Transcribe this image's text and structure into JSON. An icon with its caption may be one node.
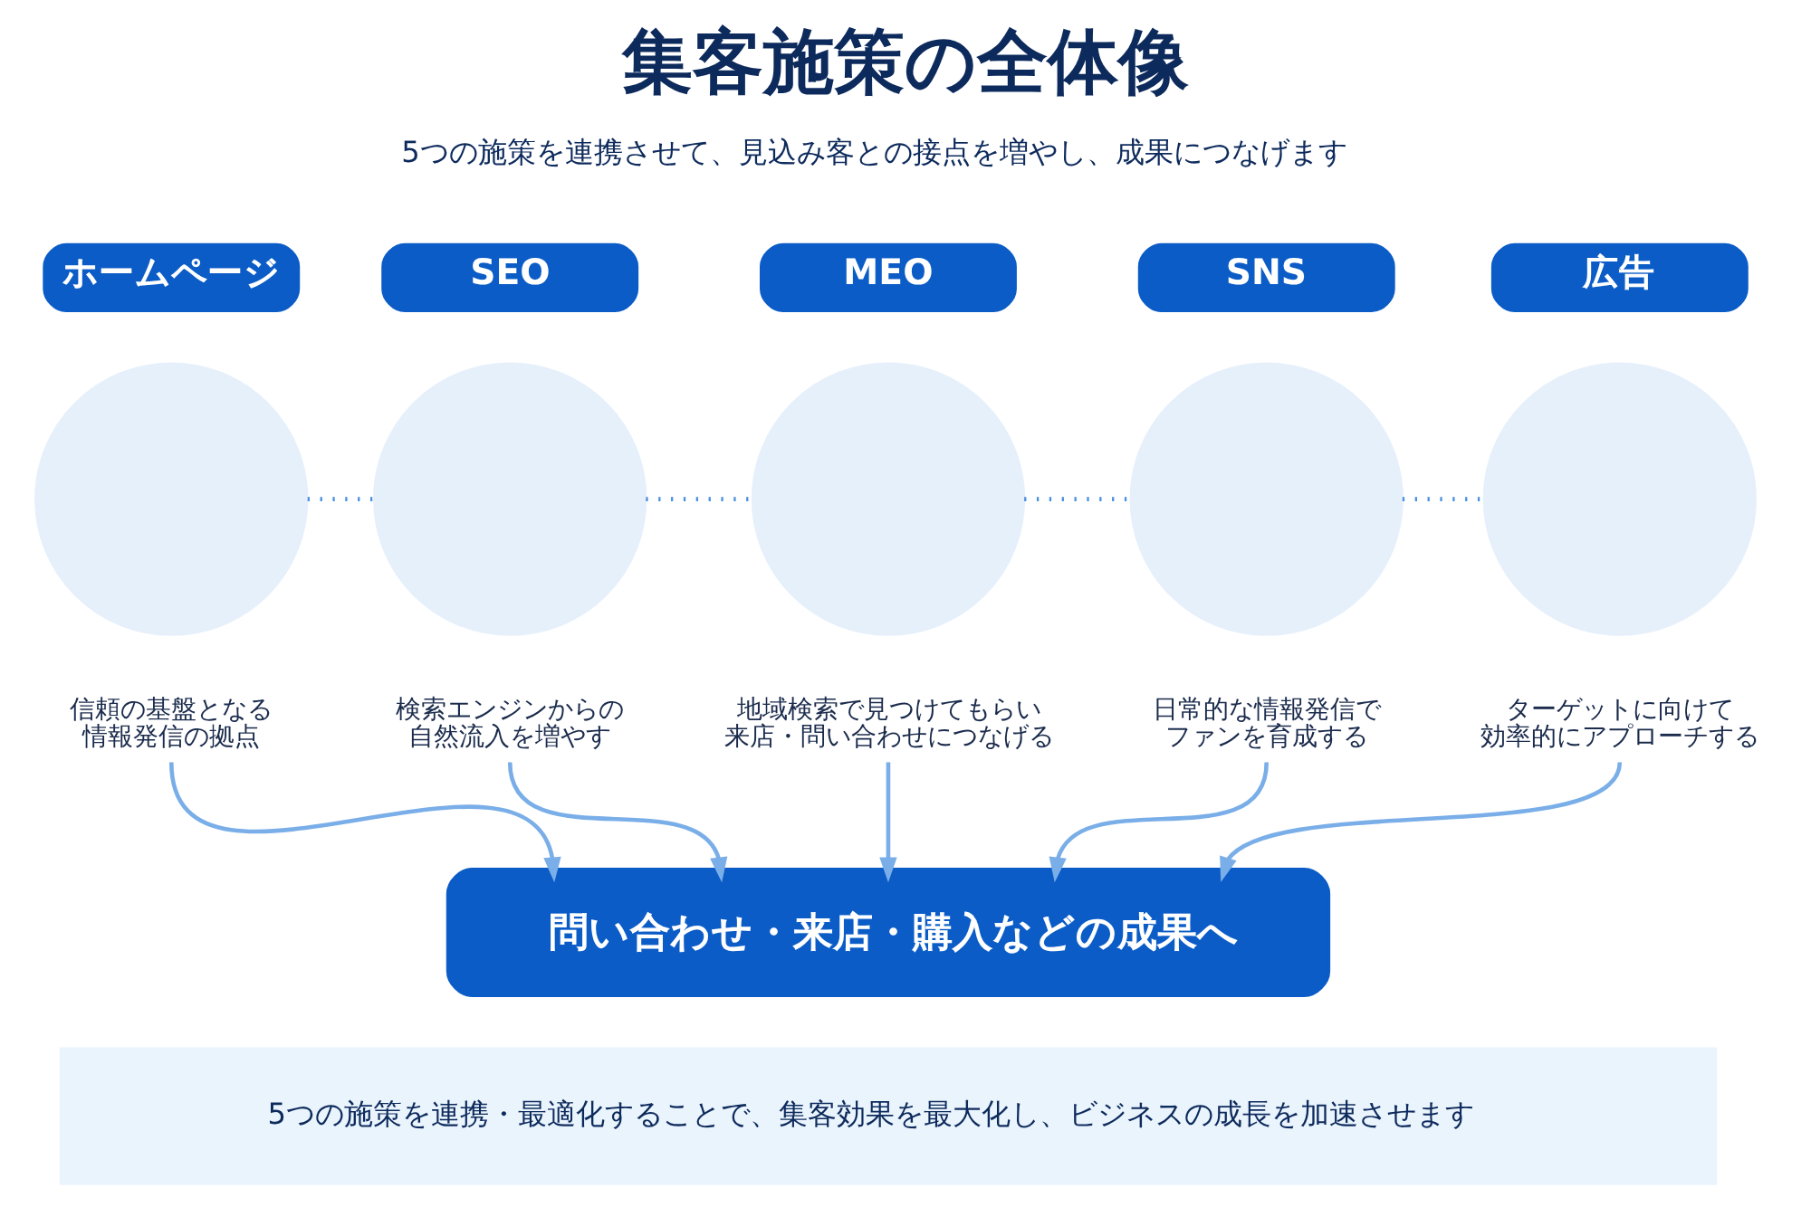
{
  "diagram": {
    "title": "集客施策の全体像",
    "nodes": [
      {
        "text": [
          "ホームページ"
        ]
      },
      {
        "text": [],
        "shape": "circle"
      },
      {
        "text": [
          "信頼の基盤となる情報発信の拠点"
        ]
      },
      {
        "text": [
          "SEO"
        ]
      },
      {
        "text": [],
        "shape": "circle"
      },
      {
        "text": [
          "検索エンジンからの自然流入を増やす"
        ]
      },
      {
        "text": [
          "MEO"
        ]
      },
      {
        "text": [],
        "shape": "circle"
      },
      {
        "text": [
          "地域検索で見つけてもらい来店・問い合わせにつなげる"
        ]
      },
      {
        "text": [
          "SNS"
        ]
      },
      {
        "text": [],
        "shape": "circle"
      },
      {
        "text": [
          "日常的な情報発信でファンを育成する"
        ]
      },
      {
        "text": [
          "広告"
        ]
      },
      {
        "text": [],
        "shape": "circle"
      },
      {
        "text": [
          "ターゲットに向けて効率的にアプローチする"
        ]
      },
      {
        "text": [
          "問い合わせ・来店・購入などの成果へ"
        ]
      },
      {
        "text": [
          "5つの施策を連携・最適化することで、集客効果を最大化し、ビジネスの成長を加速させます"
        ]
      }
    ],
    "edges": [
      {
        "from": 1,
        "to": 4,
        "arrow": "none",
        "style": "dashed"
      },
      {
        "from": 4,
        "to": 7,
        "arrow": "none",
        "style": "dashed"
      },
      {
        "from": 7,
        "to": 10,
        "arrow": "none",
        "style": "dashed"
      },
      {
        "from": 10,
        "to": 13,
        "arrow": "none",
        "style": "dashed"
      },
      {
        "from": 2,
        "to": 15,
        "arrow": "to"
      },
      {
        "from": 5,
        "to": 15,
        "arrow": "to"
      },
      {
        "from": 8,
        "to": 15,
        "arrow": "to"
      },
      {
        "from": 11,
        "to": 15,
        "arrow": "to"
      },
      {
        "from": 14,
        "to": 15,
        "arrow": "to"
      }
    ],
    "labels": [
      "5つの施策を連携させて、見込み客との接点を増やし、成果につなげます"
    ]
  }
}
